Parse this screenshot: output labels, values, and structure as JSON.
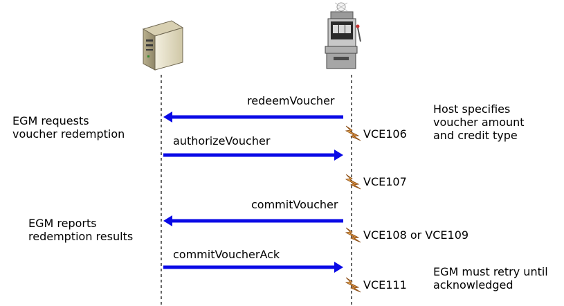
{
  "diagram": {
    "colors": {
      "arrow": "#0a0ae6",
      "lifeline": "#333333",
      "bolt": "#d98a2b",
      "server_body": "#e9e2c8",
      "machine_body": "#cfcfcf"
    },
    "icons": {
      "host": "server-icon",
      "egm": "slot-machine-icon",
      "event": "lightning-bolt-icon"
    },
    "messages": [
      {
        "label": "redeemVoucher",
        "direction": "egm-to-host"
      },
      {
        "label": "authorizeVoucher",
        "direction": "host-to-egm"
      },
      {
        "label": "commitVoucher",
        "direction": "egm-to-host"
      },
      {
        "label": "commitVoucherAck",
        "direction": "host-to-egm"
      }
    ],
    "events": [
      {
        "label": "VCE106"
      },
      {
        "label": "VCE107"
      },
      {
        "label": "VCE108 or VCE109"
      },
      {
        "label": "VCE111"
      }
    ],
    "left_notes": [
      {
        "text": "EGM requests\nvoucher redemption"
      },
      {
        "text": "EGM reports\nredemption results"
      }
    ],
    "right_notes": [
      {
        "text": "Host specifies\nvoucher amount\nand credit type"
      },
      {
        "text": "EGM must retry until\nacknowledged"
      }
    ]
  }
}
